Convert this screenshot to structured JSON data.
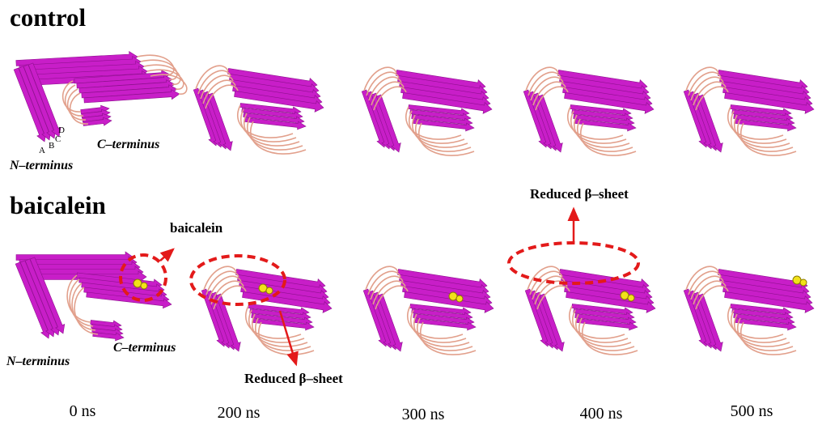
{
  "rows": {
    "control": {
      "title": "control"
    },
    "baicalein": {
      "title": "baicalein"
    }
  },
  "labels": {
    "n_terminus": "N–terminus",
    "c_terminus": "C–terminus",
    "chains": [
      "A",
      "B",
      "C",
      "D"
    ],
    "ligand": "baicalein",
    "reduced_sheet": "Reduced β–sheet"
  },
  "time_points": [
    "0 ns",
    "200 ns",
    "300 ns",
    "400 ns",
    "500 ns"
  ],
  "colors": {
    "strand": "#c81ec8",
    "strand_dark": "#8e108e",
    "coil": "#e2a08c",
    "ligand": "#f2e21a",
    "annotation": "#e31a1a"
  }
}
